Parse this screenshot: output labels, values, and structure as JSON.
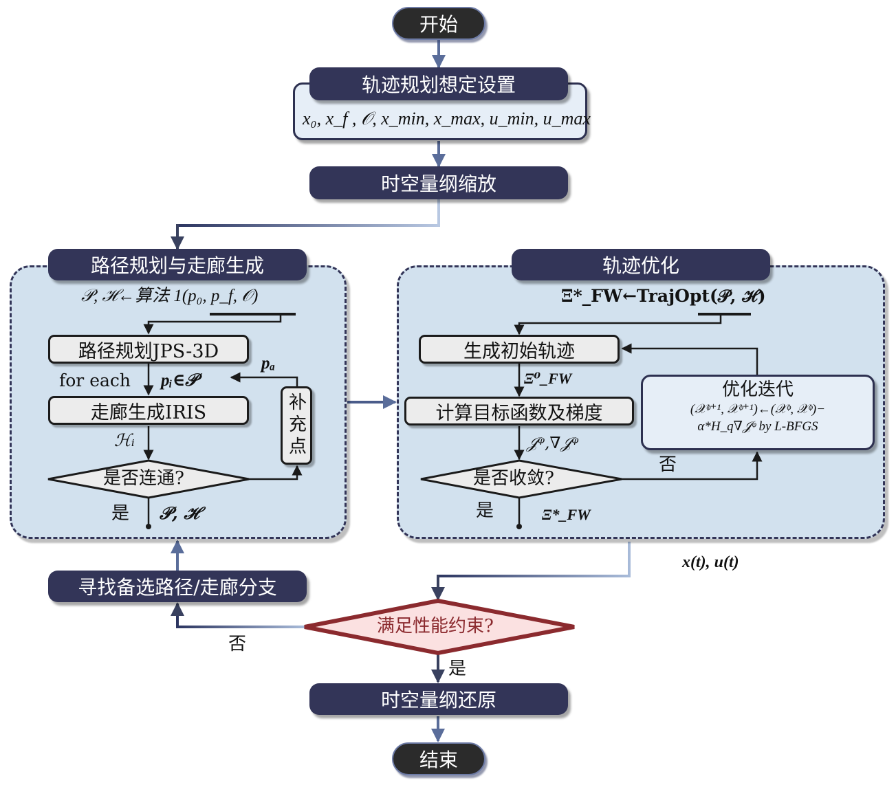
{
  "nodes": {
    "start": "开始",
    "setup_title": "轨迹规划想定设置",
    "setup_params": "x₀, x_f , 𝒪, x_min, x_max, u_min, u_max",
    "scale": "时空量纲缩放",
    "path_panel_title": "路径规划与走廊生成",
    "path_algo": "𝒫, ℋ←算法 1(p₀, p_f, 𝒪)",
    "jps": "路径规划JPS-3D",
    "for_each": "for each",
    "pi_in_P": "pᵢ∈𝒫",
    "pa": "pₐ",
    "iris": "走廊生成IRIS",
    "supplement": "补充点",
    "Hi": "ℋᵢ",
    "connected": "是否连通?",
    "yes_left": "是",
    "PH_out": "𝒫, ℋ",
    "traj_panel_title": "轨迹优化",
    "traj_algo": "Ξ*_FW←TrajOpt(𝒫, ℋ)",
    "init_traj": "生成初始轨迹",
    "xi0": "Ξ⁰_FW",
    "compute": "计算目标函数及梯度",
    "Jq": "𝒥ᵠ,∇𝒥ᵠ",
    "converged": "是否收敛?",
    "no_right": "否",
    "yes_right": "是",
    "xi_star": "Ξ*_FW",
    "opt_iter_title": "优化迭代",
    "opt_iter_line1": "(𝒳ᵠ⁺¹, 𝒳ᵠ⁺¹)←(𝒳ᵠ, 𝒳ᵠ)−",
    "opt_iter_line2": "α*H_q∇𝒥ᵠ by L-BFGS",
    "xu_out": "x(t), u(t)",
    "alt_branch": "寻找备选路径/走廊分支",
    "perf_check": "满足性能约束?",
    "no_bottom": "否",
    "yes_bottom": "是",
    "restore": "时空量纲还原",
    "end": "结束"
  },
  "colors": {
    "header": "#333558",
    "panel": "#d2e1ee",
    "terminal": "#2b2b2b",
    "perf_stroke": "#8b2a2e",
    "perf_fill": "#fbe1e1",
    "connector": "#5a6d9a"
  }
}
